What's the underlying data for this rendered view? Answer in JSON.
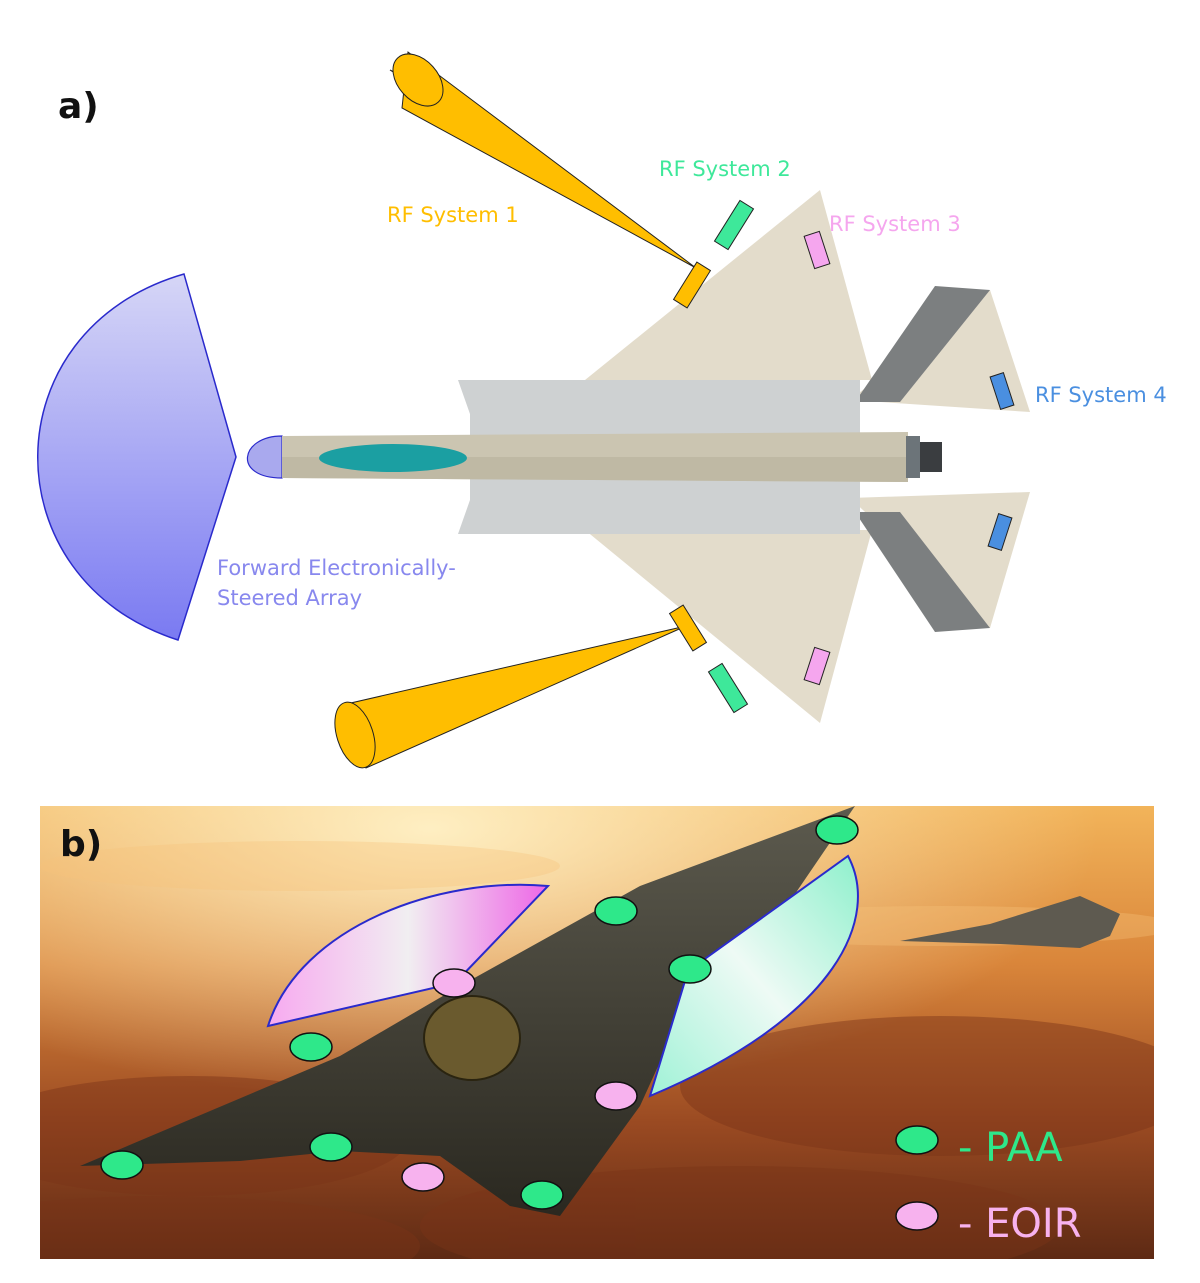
{
  "panel_a": {
    "label": "a)",
    "labels": {
      "rf_system_1": "RF System 1",
      "rf_system_2": "RF System 2",
      "rf_system_3": "RF System 3",
      "rf_system_4": "RF System 4",
      "fesa_line1": "Forward Electronically-",
      "fesa_line2": "Steered Array"
    },
    "colors": {
      "rf1": "#FFBE00",
      "rf2": "#3EE89A",
      "rf3": "#F5A6EE",
      "rf4": "#4A8FE0",
      "fesa": "#8888EE"
    }
  },
  "panel_b": {
    "label": "b)",
    "legend": {
      "paa": "- PAA",
      "eoir": "- EOIR"
    },
    "colors": {
      "paa": "#2EE88A",
      "eoir": "#F7B2EE"
    }
  }
}
